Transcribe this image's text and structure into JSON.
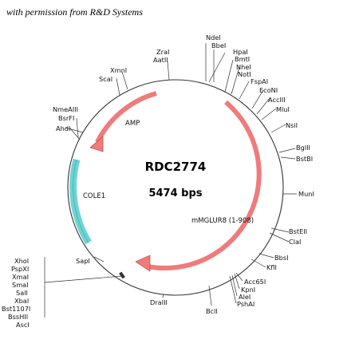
{
  "permission_note": "with permission from R&D Systems",
  "plasmid": {
    "name": "RDC2774",
    "size_label": "5474 bps"
  },
  "colors": {
    "backbone": "#333333",
    "arrow_fill": "#ef7b7b",
    "arrow_stroke": "#c0392b",
    "cole1_fill": "#6fd3d3",
    "cole1_stroke": "#2aa7a7"
  },
  "features": [
    {
      "name": "AMP",
      "type": "arrow"
    },
    {
      "name": "mMGLUR8 (1-908)",
      "type": "arrow"
    },
    {
      "name": "COLE1",
      "type": "block"
    }
  ],
  "sites": [
    {
      "group": "top-right",
      "labels": [
        "NdeI",
        "BbeI"
      ]
    },
    {
      "group": "top-right-2",
      "labels": [
        "HpaI",
        "BmtI",
        "NheI",
        "NotI"
      ]
    },
    {
      "group": "right-1",
      "labels": [
        "FspAI",
        "EcoNI",
        "AccIII",
        "MluI"
      ]
    },
    {
      "group": "right-2",
      "labels": [
        "NsiI"
      ]
    },
    {
      "group": "right-3",
      "labels": [
        "BglII",
        "BstBI"
      ]
    },
    {
      "group": "right-4",
      "labels": [
        "MunI"
      ]
    },
    {
      "group": "right-5",
      "labels": [
        "BstEII",
        "ClaI"
      ]
    },
    {
      "group": "right-6",
      "labels": [
        "BbsI",
        "KflI"
      ]
    },
    {
      "group": "bottom-right",
      "labels": [
        "Acc65I",
        "KpnI",
        "AleI",
        "PshAI"
      ]
    },
    {
      "group": "bottom-1",
      "labels": [
        "BclI"
      ]
    },
    {
      "group": "bottom-2",
      "labels": [
        "DraIII"
      ]
    },
    {
      "group": "left-bottom",
      "labels": [
        "SapI"
      ]
    },
    {
      "group": "left-mcs",
      "labels": [
        "XhoI",
        "PspXI",
        "XmaI",
        "SmaI",
        "SalI",
        "XbaI",
        "Bst1107I",
        "BssHII",
        "AscI"
      ]
    },
    {
      "group": "left-1",
      "labels": [
        "NmeAIII",
        "BsrFI",
        "AhdI"
      ]
    },
    {
      "group": "top-left-1",
      "labels": [
        "XmnI",
        "ScaI"
      ]
    },
    {
      "group": "top-left-2",
      "labels": [
        "ZraI",
        "AatII"
      ]
    }
  ]
}
